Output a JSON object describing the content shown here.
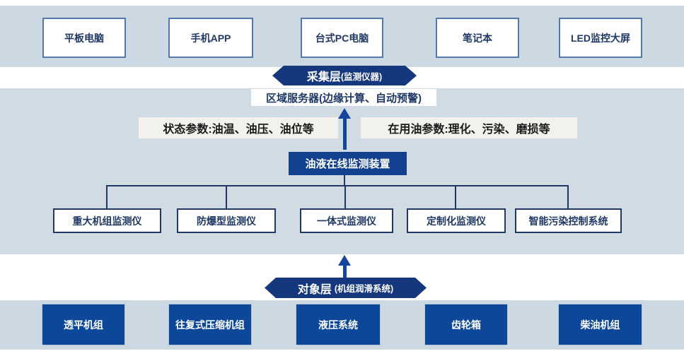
{
  "colors": {
    "band": "#ccd8e2",
    "band-mid": "#d0dbe4",
    "navy": "#1f3864",
    "banner": "#15377e",
    "arrow": "#15459a",
    "device-box": "#13418f",
    "object-box": "#0d479a",
    "top-box-border": "#5478a8",
    "label-bg": "#f2f1ec"
  },
  "banners": {
    "collection": {
      "title": "采集层",
      "subtitle": "(监测仪器)"
    },
    "object": {
      "title": "对象层",
      "subtitle": "(机组润滑系统)"
    }
  },
  "terminals": [
    "平板电脑",
    "手机APP",
    "台式PC电脑",
    "笔记本",
    "LED监控大屏"
  ],
  "server": {
    "label": "区域服务器(边缘计算、自动预警)"
  },
  "params": {
    "left": "状态参数:油温、油压、油位等",
    "right": "在用油参数:理化、污染、磨损等"
  },
  "device": {
    "label": "油液在线监测装置"
  },
  "monitors": [
    "重大机组监测仪",
    "防爆型监测仪",
    "一体式监测仪",
    "定制化监测仪",
    "智能污染控制系统"
  ],
  "objects": [
    "透平机组",
    "往复式压缩机组",
    "液压系统",
    "齿轮箱",
    "柴油机组"
  ]
}
